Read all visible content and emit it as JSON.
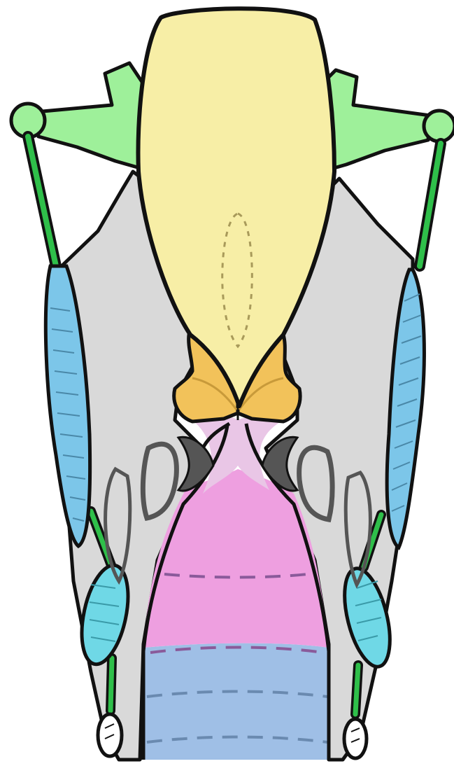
{
  "diagram": {
    "labels": [],
    "structures": [
      "epiglottis",
      "hyoid-bone",
      "thyrohyoid-ligament",
      "thyroid-cartilage",
      "arytenoid-cartilage",
      "vestibular-fold",
      "ventricle",
      "vocal-fold",
      "cricoid-cartilage",
      "tracheal-ring",
      "sternothyroid-muscle",
      "cricothyroid-muscle"
    ],
    "colors": {
      "epiglottis": "#f7eea6",
      "hyoid": "#9ef09a",
      "ligament": "#2fbf4a",
      "thyroid": "#d9d9d9",
      "arytenoid": "#f2c25a",
      "upper-lumen": "#e9c6e6",
      "subglottis": "#ee9fe0",
      "trachea": "#9fbfe6",
      "muscle-blue": "#7cc6e9",
      "muscle-cyan": "#6fd8e6",
      "dark-fold": "#555555",
      "outline": "#111111"
    }
  }
}
